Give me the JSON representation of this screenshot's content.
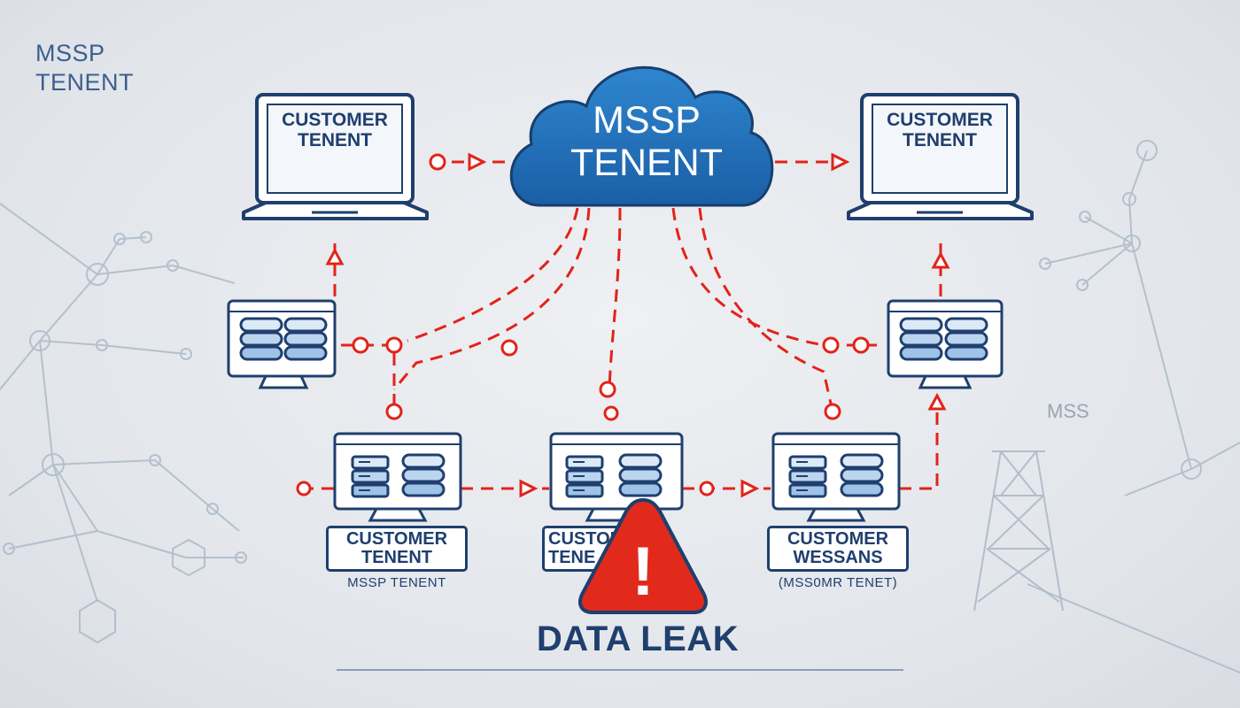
{
  "corner_title": {
    "line1": "MSSP",
    "line2": "TENENT"
  },
  "cloud": {
    "line1": "MSSP",
    "line2": "TENENT"
  },
  "laptops": {
    "left": {
      "line1": "CUSTOMER",
      "line2": "TENENT"
    },
    "right": {
      "line1": "CUSTOMER",
      "line2": "TENENT"
    }
  },
  "bottom_nodes": [
    {
      "tag_line1": "CUSTOMER",
      "tag_line2": "TENENT",
      "subtitle": "MSSP TENENT"
    },
    {
      "tag_line1": "CUSTOM",
      "tag_line2": "TENE",
      "subtitle": ""
    },
    {
      "tag_line1": "CUSTOMER",
      "tag_line2": "WESSANS",
      "subtitle": "(MSS0MR TENET)"
    }
  ],
  "alert": {
    "label": "DATA LEAK",
    "symbol": "!"
  },
  "background_label": "MSS",
  "colors": {
    "primary": "#1f3f6e",
    "cloud": "#1f6fb8",
    "connector": "#e2231a",
    "warning": "#e2231a",
    "background": "#e6e9ed"
  }
}
